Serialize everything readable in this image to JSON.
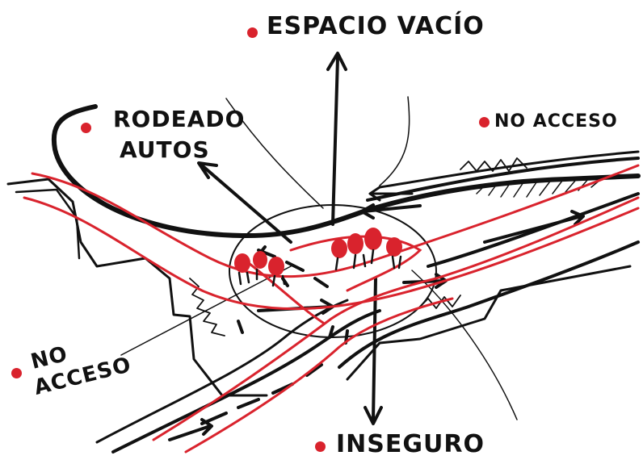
{
  "labels": {
    "espacio_vacio": "ESPACIO VACÍO",
    "rodeado_line1": "RODEADO",
    "rodeado_line2": "AUTOS",
    "no_acceso_right": "NO ACCESO",
    "no_acceso_left_line1": "NO",
    "no_acceso_left_line2": "ACCESO",
    "inseguro": "INSEGURO"
  },
  "colors": {
    "ink": "#111111",
    "accent": "#d9232d",
    "background": "#ffffff"
  }
}
